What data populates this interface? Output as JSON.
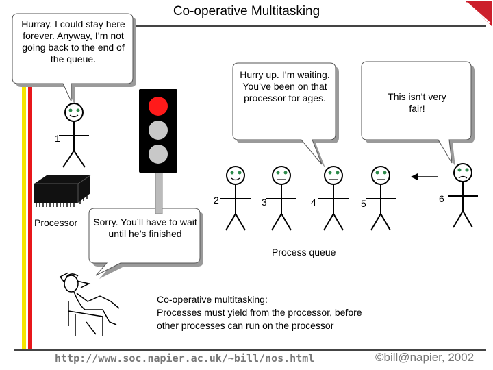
{
  "title": "Co-operative Multitasking",
  "bubbles": {
    "running_process": "Hurray. I could stay here forever. Anyway, I’m not going back to the end of the queue.",
    "waiting_process": "Hurry up. I’m waiting. You’ve been on that processor for ages.",
    "last_process": "This isn’t very fair!",
    "processor": "Sorry. You’ll have to wait until he’s finished"
  },
  "process_numbers": [
    "1",
    "2",
    "3",
    "4",
    "5",
    "6"
  ],
  "labels": {
    "processor": "Processor",
    "process_queue": "Process queue"
  },
  "note": {
    "heading": "Co-operative multitasking:",
    "body": "Processes must yield from the processor, before other processes can run on the processor"
  },
  "footer": {
    "url": "http://www.soc.napier.ac.uk/~bill/nos.html",
    "copyright": "©bill@napier, 2002"
  },
  "colors": {
    "left_bar_yellow": "#f5e400",
    "left_bar_red": "#e8161b",
    "traffic_red": "#ff1a1a",
    "traffic_off": "#c8c8c8",
    "bubble_shadow": "#9a9a9a",
    "corner_accent": "#cc1f2b"
  }
}
